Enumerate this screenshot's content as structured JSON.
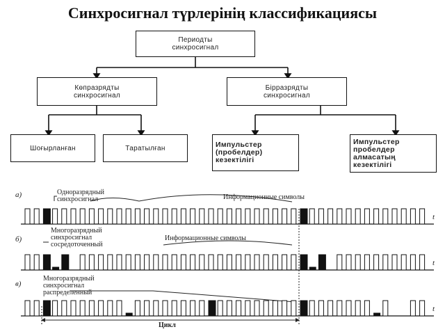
{
  "title": "Синхросигнал түрлерінің классификациясы",
  "tree": {
    "root": "Периодты\nсинхросигнал",
    "left": "Көпразрядты\nсинхросигнал",
    "right": "Бірразрядты\nсинхросигнал",
    "ll": "Шоғырланған",
    "lr": "Таратылған",
    "rl": "Импульстер\n(пробелдер)\nкезектілігі",
    "rr": "Импульстер\nпробелдер\nалмасатың\nкезектілігі"
  },
  "timing": {
    "row_a_tag": "а)",
    "row_b_tag": "б)",
    "row_c_tag": "в)",
    "t_label": "t",
    "a_label_sync": "Одноразрядный\nсинхросигнал",
    "a_label_info": "Информационные символы",
    "b_label_sync": "Многоразрядный\nсинхросигнал\nсосредоточенный",
    "b_label_info": "Информационные символы",
    "c_label_sync": "Многоразрядный\nсинхросигнал\nраспределенный",
    "cycle_label": "Цикл"
  }
}
